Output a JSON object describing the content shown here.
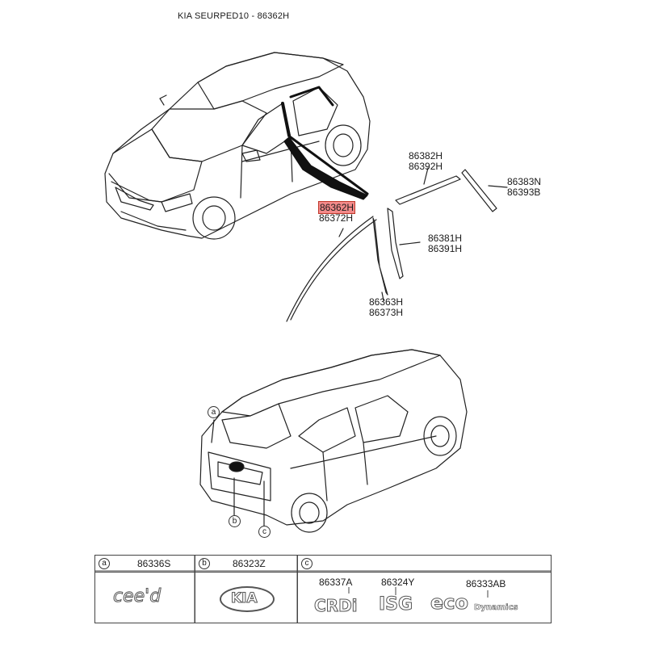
{
  "title": "KIA SEURPED10 - 86362H",
  "highlight_color": "#f28a8a",
  "callouts": [
    {
      "id": "86362H",
      "line1": "86362H",
      "line2": "86372H",
      "highlighted": true
    },
    {
      "id": "86382H",
      "line1": "86382H",
      "line2": "86392H",
      "highlighted": false
    },
    {
      "id": "86383N",
      "line1": "86383N",
      "line2": "86393B",
      "highlighted": false
    },
    {
      "id": "86381H",
      "line1": "86381H",
      "line2": "86391H",
      "highlighted": false
    },
    {
      "id": "86363H",
      "line1": "86363H",
      "line2": "86373H",
      "highlighted": false
    }
  ],
  "rear_markers": {
    "a": "a",
    "b": "b",
    "c": "c"
  },
  "table": {
    "a": {
      "letter": "a",
      "part": "86336S",
      "emblem_text": "cee'd"
    },
    "b": {
      "letter": "b",
      "part": "86323Z",
      "emblem_text": "KIA"
    },
    "c": {
      "letter": "c",
      "parts": [
        {
          "part": "86337A",
          "emblem_text": "CRDi"
        },
        {
          "part": "86324Y",
          "emblem_text": "ISG"
        },
        {
          "part": "86333AB",
          "emblem_text": "eco",
          "emblem_sub": "Dynamics"
        }
      ]
    }
  }
}
